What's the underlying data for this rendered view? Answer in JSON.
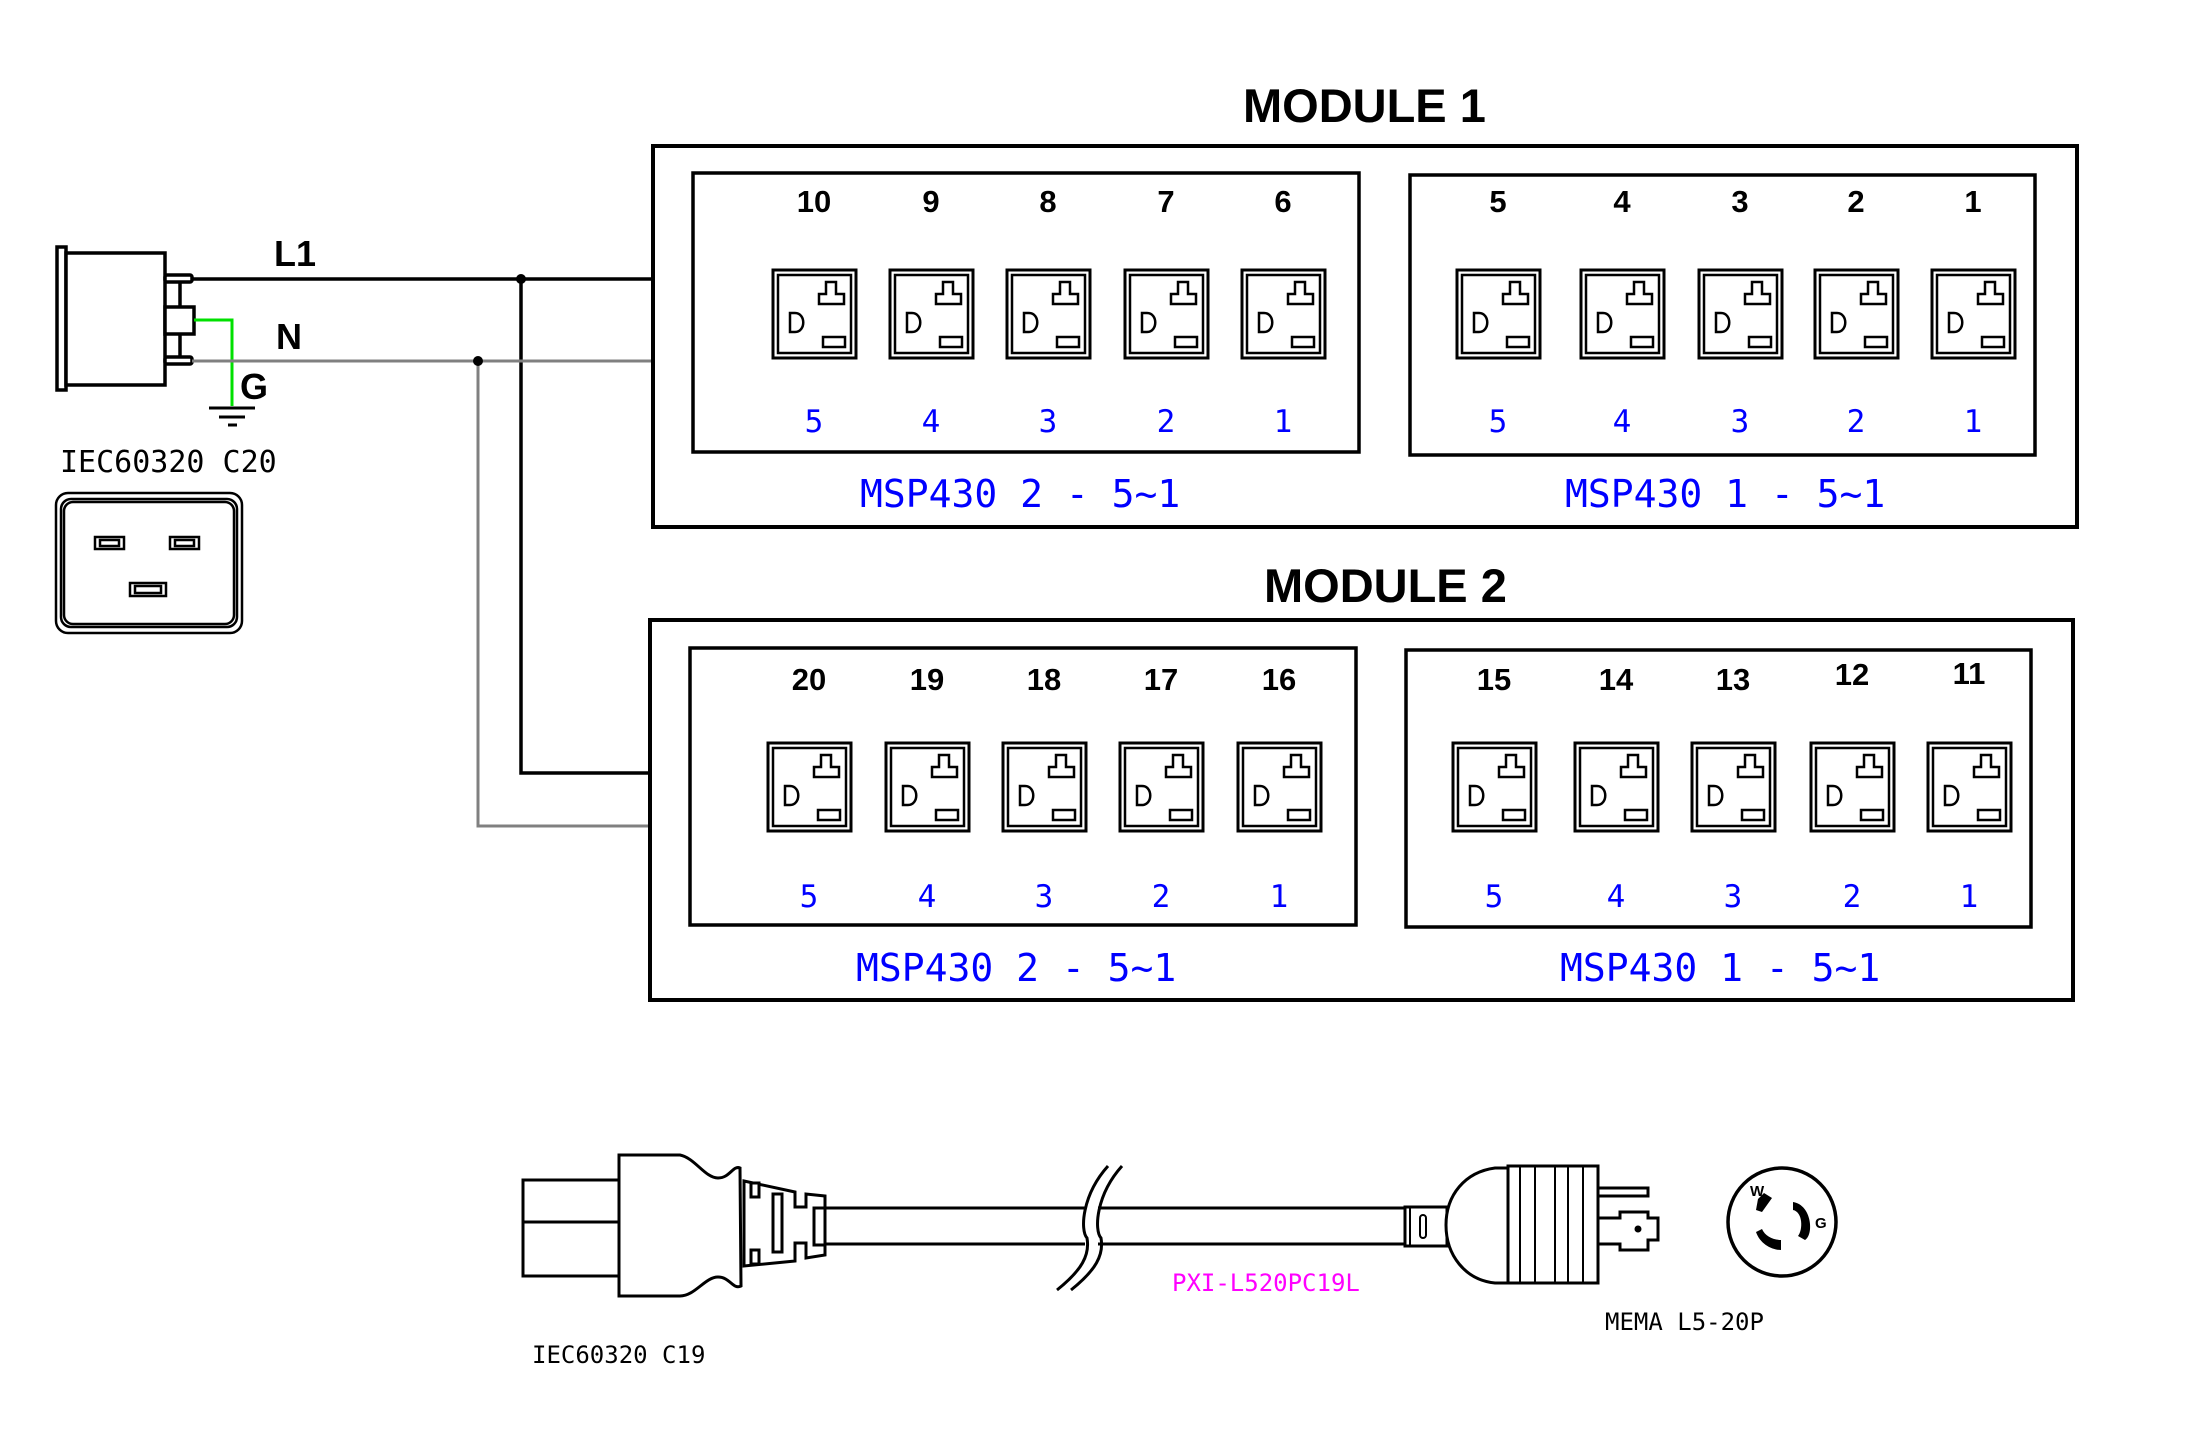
{
  "wires": {
    "line_label": "L1",
    "neutral_label": "N",
    "ground_label": "G",
    "colors": {
      "line": "#000000",
      "neutral": "#808080",
      "ground": "#00e000"
    }
  },
  "inlet": {
    "label": "IEC60320 C20"
  },
  "modules": [
    {
      "title": "MODULE 1",
      "banks": [
        {
          "label": "MSP430 2 - 5~1",
          "outlet_numbers": [
            "10",
            "9",
            "8",
            "7",
            "6"
          ],
          "channel_numbers": [
            "5",
            "4",
            "3",
            "2",
            "1"
          ]
        },
        {
          "label": "MSP430 1 - 5~1",
          "outlet_numbers": [
            "5",
            "4",
            "3",
            "2",
            "1"
          ],
          "channel_numbers": [
            "5",
            "4",
            "3",
            "2",
            "1"
          ]
        }
      ]
    },
    {
      "title": "MODULE 2",
      "banks": [
        {
          "label": "MSP430 2 - 5~1",
          "outlet_numbers": [
            "20",
            "19",
            "18",
            "17",
            "16"
          ],
          "channel_numbers": [
            "5",
            "4",
            "3",
            "2",
            "1"
          ]
        },
        {
          "label": "MSP430 1 - 5~1",
          "outlet_numbers": [
            "15",
            "14",
            "13",
            "12",
            "11"
          ],
          "channel_numbers": [
            "5",
            "4",
            "3",
            "2",
            "1"
          ]
        }
      ]
    }
  ],
  "cable": {
    "part_number": "PXI-L520PC19L",
    "end_a_label": "IEC60320 C19",
    "end_b_label": "MEMA L5-20P",
    "face_letters": {
      "white": "W",
      "ground": "G"
    }
  },
  "colors": {
    "channel_text": "#0000ff",
    "part_number_text": "#ff00ff"
  }
}
